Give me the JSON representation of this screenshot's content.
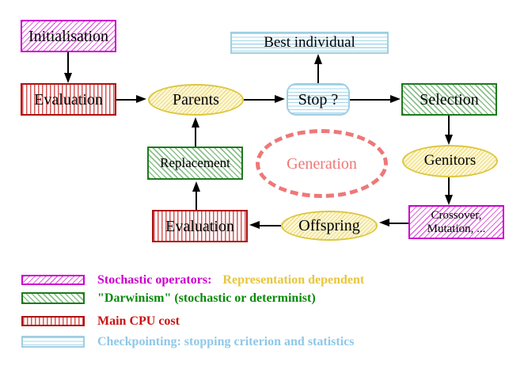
{
  "nodes": {
    "initialisation": "Initialisation",
    "evaluation_top": "Evaluation",
    "parents": "Parents",
    "best_individual": "Best individual",
    "stop": "Stop ?",
    "selection": "Selection",
    "replacement": "Replacement",
    "generation": "Generation",
    "genitors": "Genitors",
    "offspring": "Offspring",
    "evaluation_bottom": "Evaluation",
    "crossover_line1": "Crossover,",
    "crossover_line2": "Mutation, ..."
  },
  "legend": {
    "stochastic_label": "Stochastic operators:",
    "stochastic_note": "Representation dependent",
    "darwinism": "\"Darwinism\" (stochastic or determinist)",
    "cpu": "Main CPU cost",
    "checkpointing": "Checkpointing: stopping criterion and statistics"
  },
  "colors": {
    "magenta": "#cc00cc",
    "gold": "#e8c63c",
    "green_text": "#0a8a0a",
    "green_border": "#1c7a1c",
    "red": "#cc1111",
    "light_blue_text": "#8fc8e8",
    "light_blue_stripe": "#9fcfe2",
    "yellow_border": "#ddc73e",
    "salmon": "#ee7878"
  }
}
